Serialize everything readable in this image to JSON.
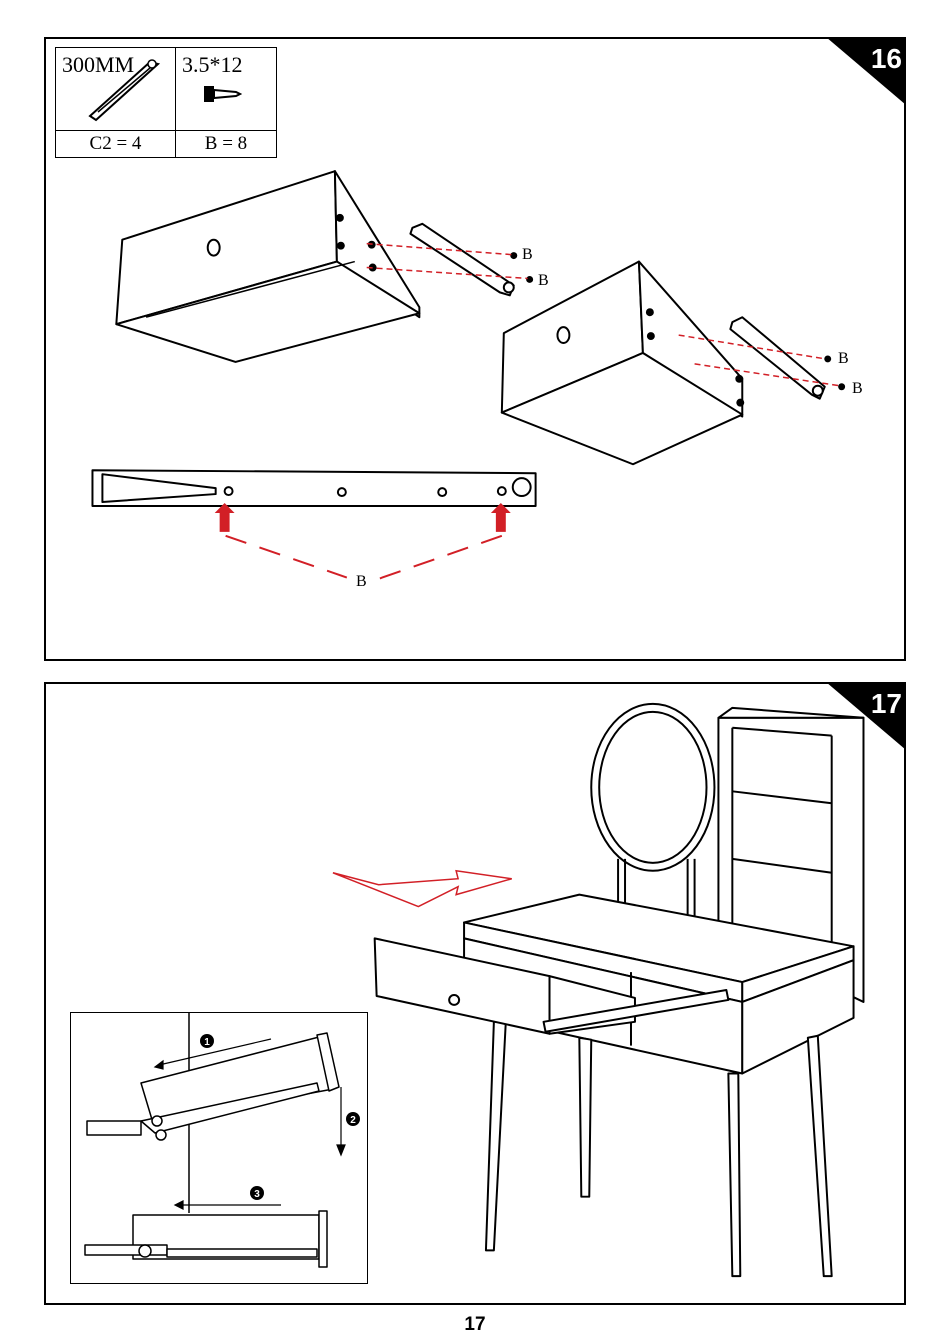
{
  "steps": [
    {
      "number": "16",
      "parts": [
        {
          "size": "300MM",
          "code": "C2 = 4",
          "icon": "drawer-slide-icon"
        },
        {
          "size": "3.5*12",
          "code": "B = 8",
          "icon": "screw-icon"
        }
      ],
      "screw_label": "B",
      "callout_label": "B"
    },
    {
      "number": "17",
      "inset_steps": [
        "1",
        "2",
        "3"
      ]
    }
  ],
  "page_number": "17",
  "colors": {
    "accent": "#d21f26",
    "line": "#000000"
  }
}
